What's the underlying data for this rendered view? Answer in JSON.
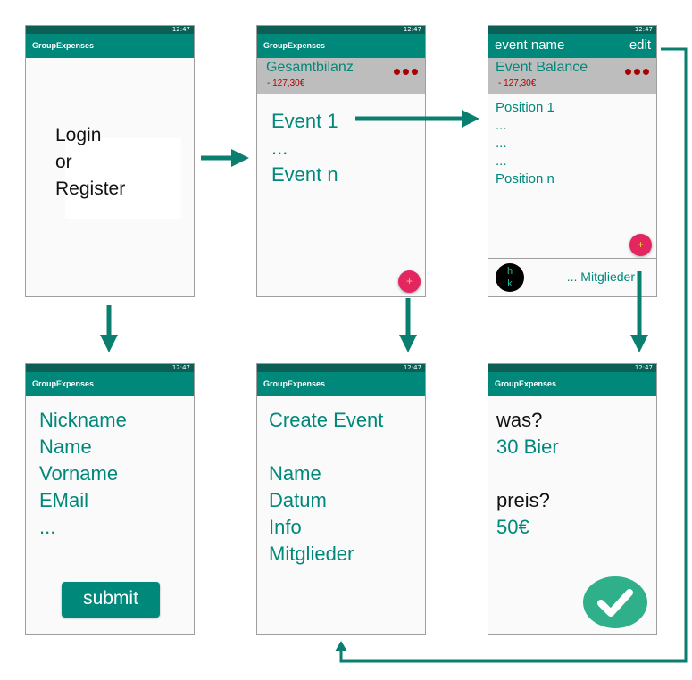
{
  "status": {
    "time": "12:47"
  },
  "screens": {
    "login": {
      "app_title": "GroupExpenses",
      "lines": [
        "Login",
        "or",
        "Register"
      ]
    },
    "events": {
      "app_title": "GroupExpenses",
      "balance_title": "Gesamtbilanz",
      "balance_amount": "- 127,30€",
      "items": [
        "Event 1",
        "...",
        "Event n"
      ],
      "fab": "+"
    },
    "event_detail": {
      "title_left": "event name",
      "title_right": "edit",
      "balance_title": "Event Balance",
      "balance_amount": "- 127,30€",
      "items": [
        "Position 1",
        "...",
        "...",
        "...",
        "Position n"
      ],
      "fab": "+",
      "avatar_text": "h\nk",
      "members_label": "... Mitglieder"
    },
    "register": {
      "app_title": "GroupExpenses",
      "fields": [
        "Nickname",
        "Name",
        "Vorname",
        "EMail",
        "..."
      ],
      "submit_label": "submit"
    },
    "create_event": {
      "app_title": "GroupExpenses",
      "heading": "Create Event",
      "fields": [
        "Name",
        "Datum",
        "Info",
        "Mitglieder"
      ]
    },
    "position": {
      "app_title": "GroupExpenses",
      "q1": "was?",
      "a1": "30 Bier",
      "q2": "preis?",
      "a2": "50€"
    }
  },
  "colors": {
    "accent": "#00887a",
    "status_bar": "#0b5f54",
    "balance_bg": "#bdbdbd",
    "negative": "#b00000",
    "fab": "#e3265f",
    "confirm": "#2fb08a"
  },
  "icons": {
    "more": "dots-icon",
    "add": "plus-icon",
    "confirm": "checkmark-icon"
  }
}
